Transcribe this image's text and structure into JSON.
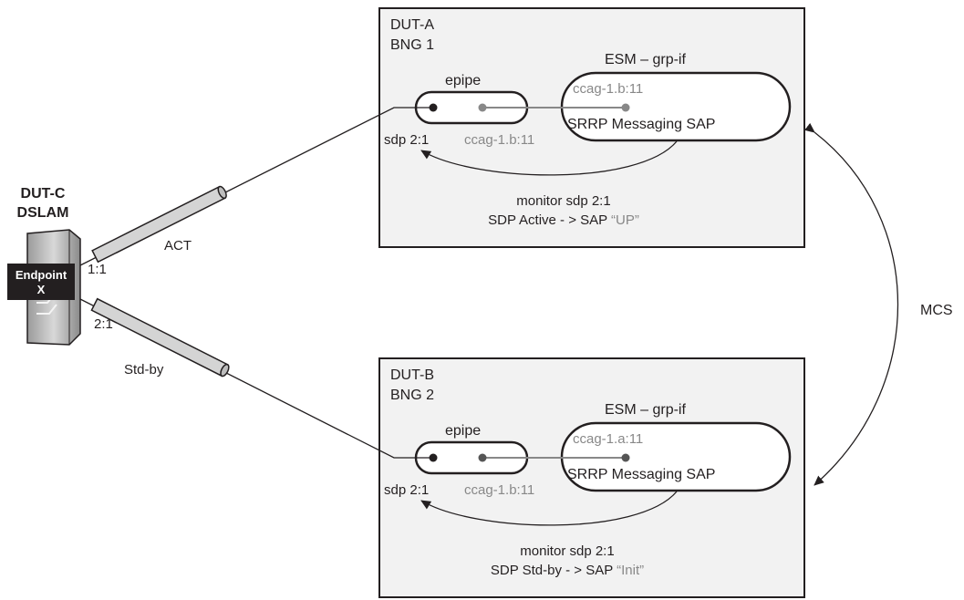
{
  "dslam": {
    "title_line1": "DUT-C",
    "title_line2": "DSLAM",
    "endpoint_line1": "Endpoint",
    "endpoint_line2": "X"
  },
  "links": {
    "active": {
      "port": "1:1",
      "label": "ACT"
    },
    "standby": {
      "port": "2:1",
      "label": "Std-by"
    }
  },
  "dut_a": {
    "name": "DUT-A",
    "bng": "BNG 1",
    "esm_label": "ESM – grp-if",
    "epipe_label": "epipe",
    "sdp_label": "sdp 2:1",
    "epipe_sap_label": "ccag-1.b:11",
    "esm_sap_label": "ccag-1.b:11",
    "srrp_label": "SRRP Messaging SAP",
    "monitor_line1": "monitor sdp 2:1",
    "monitor_line2_prefix": "SDP Active - > SAP ",
    "monitor_line2_state": "“UP”"
  },
  "dut_b": {
    "name": "DUT-B",
    "bng": "BNG 2",
    "esm_label": "ESM – grp-if",
    "epipe_label": "epipe",
    "sdp_label": "sdp 2:1",
    "epipe_sap_label": "ccag-1.b:11",
    "esm_sap_label": "ccag-1.a:11",
    "srrp_label": "SRRP Messaging SAP",
    "monitor_line1": "monitor sdp 2:1",
    "monitor_line2_prefix": "SDP Std-by - > SAP ",
    "monitor_line2_state": "“Init”"
  },
  "mcs_label": "MCS",
  "colors": {
    "box_fill": "#f2f2f2",
    "grey_text": "#888888",
    "pipe_fill": "#d4d4d4",
    "stroke": "#231f20"
  }
}
